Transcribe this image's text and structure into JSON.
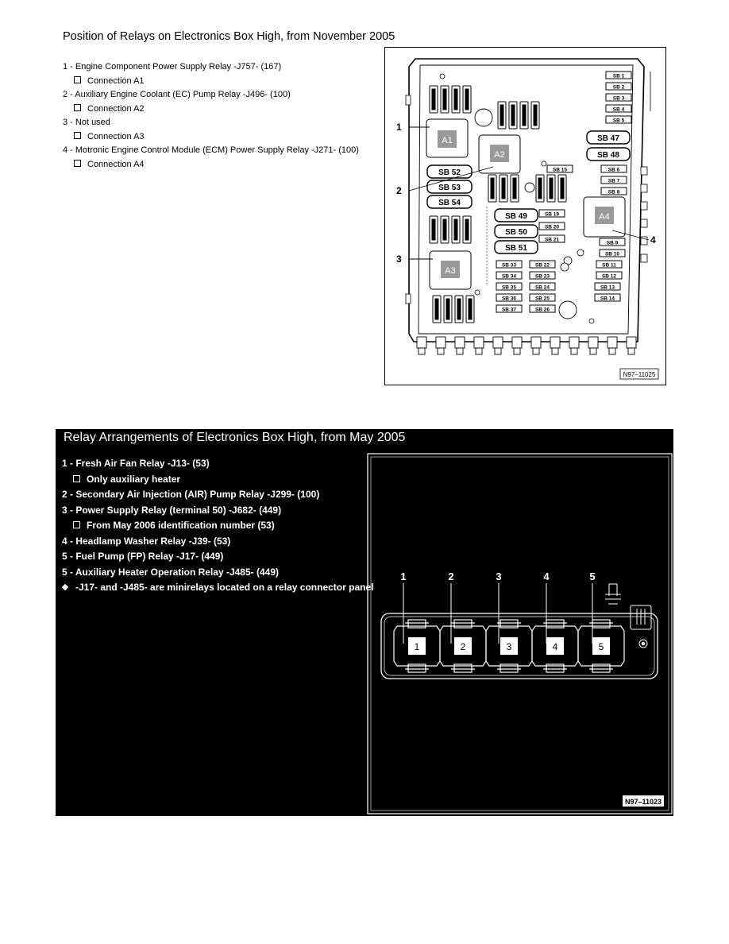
{
  "section1": {
    "title": "Position of Relays on Electronics Box High, from November 2005",
    "items": [
      {
        "label": "1 - Engine Component Power Supply Relay -J757- (167)",
        "sub": "Connection A1"
      },
      {
        "label": "2 - Auxiliary Engine Coolant (EC) Pump Relay -J496- (100)",
        "sub": "Connection A2"
      },
      {
        "label": "3 - Not used",
        "sub": "Connection A3"
      },
      {
        "label": "4 - Motronic Engine Control Module (ECM) Power Supply Relay -J271- (100)",
        "sub": "Connection A4"
      }
    ],
    "figure": {
      "code": "N97–11025",
      "callouts": [
        "1",
        "2",
        "3",
        "4"
      ],
      "relays": [
        "A1",
        "A2",
        "A3",
        "A4"
      ],
      "large_fuses": [
        "SB 52",
        "SB 53",
        "SB 54",
        "SB 49",
        "SB 50",
        "SB 51",
        "SB 47",
        "SB 48"
      ],
      "small_fuses_right": [
        "SB 1",
        "SB 2",
        "SB 3",
        "SB 4",
        "SB 5",
        "SB 6",
        "SB 7",
        "SB 8",
        "SB 9",
        "SB 10",
        "SB 11",
        "SB 12",
        "SB 13",
        "SB 14"
      ],
      "small_fuses_mid": [
        "SB 15",
        "SB 19",
        "SB 20",
        "SB 21"
      ],
      "small_fuses_grid_left": [
        "SB 33",
        "SB 34",
        "SB 35",
        "SB 36",
        "SB 37"
      ],
      "small_fuses_grid_right": [
        "SB 22",
        "SB 23",
        "SB 24",
        "SB 25",
        "SB 26"
      ]
    }
  },
  "section2": {
    "title": "Relay Arrangements of Electronics Box High, from May 2005",
    "items": [
      {
        "label": "1 - Fresh Air Fan Relay -J13- (53)",
        "sub": "Only auxiliary heater"
      },
      {
        "label": "2 - Secondary Air Injection (AIR) Pump Relay -J299- (100)"
      },
      {
        "label": "3 - Power Supply Relay (terminal 50) -J682- (449)",
        "sub": "From May 2006 identification number (53)"
      },
      {
        "label": "4 - Headlamp Washer Relay -J39- (53)"
      },
      {
        "label": "5 - Fuel Pump (FP) Relay -J17- (449)"
      },
      {
        "label": "5 - Auxiliary Heater Operation Relay -J485- (449)"
      }
    ],
    "note": "-J17- and -J485- are minirelays located on a relay connector panel",
    "figure": {
      "code": "N97–11023",
      "callouts": [
        "1",
        "2",
        "3",
        "4",
        "5"
      ],
      "relays": [
        "1",
        "2",
        "3",
        "4",
        "5"
      ]
    }
  }
}
